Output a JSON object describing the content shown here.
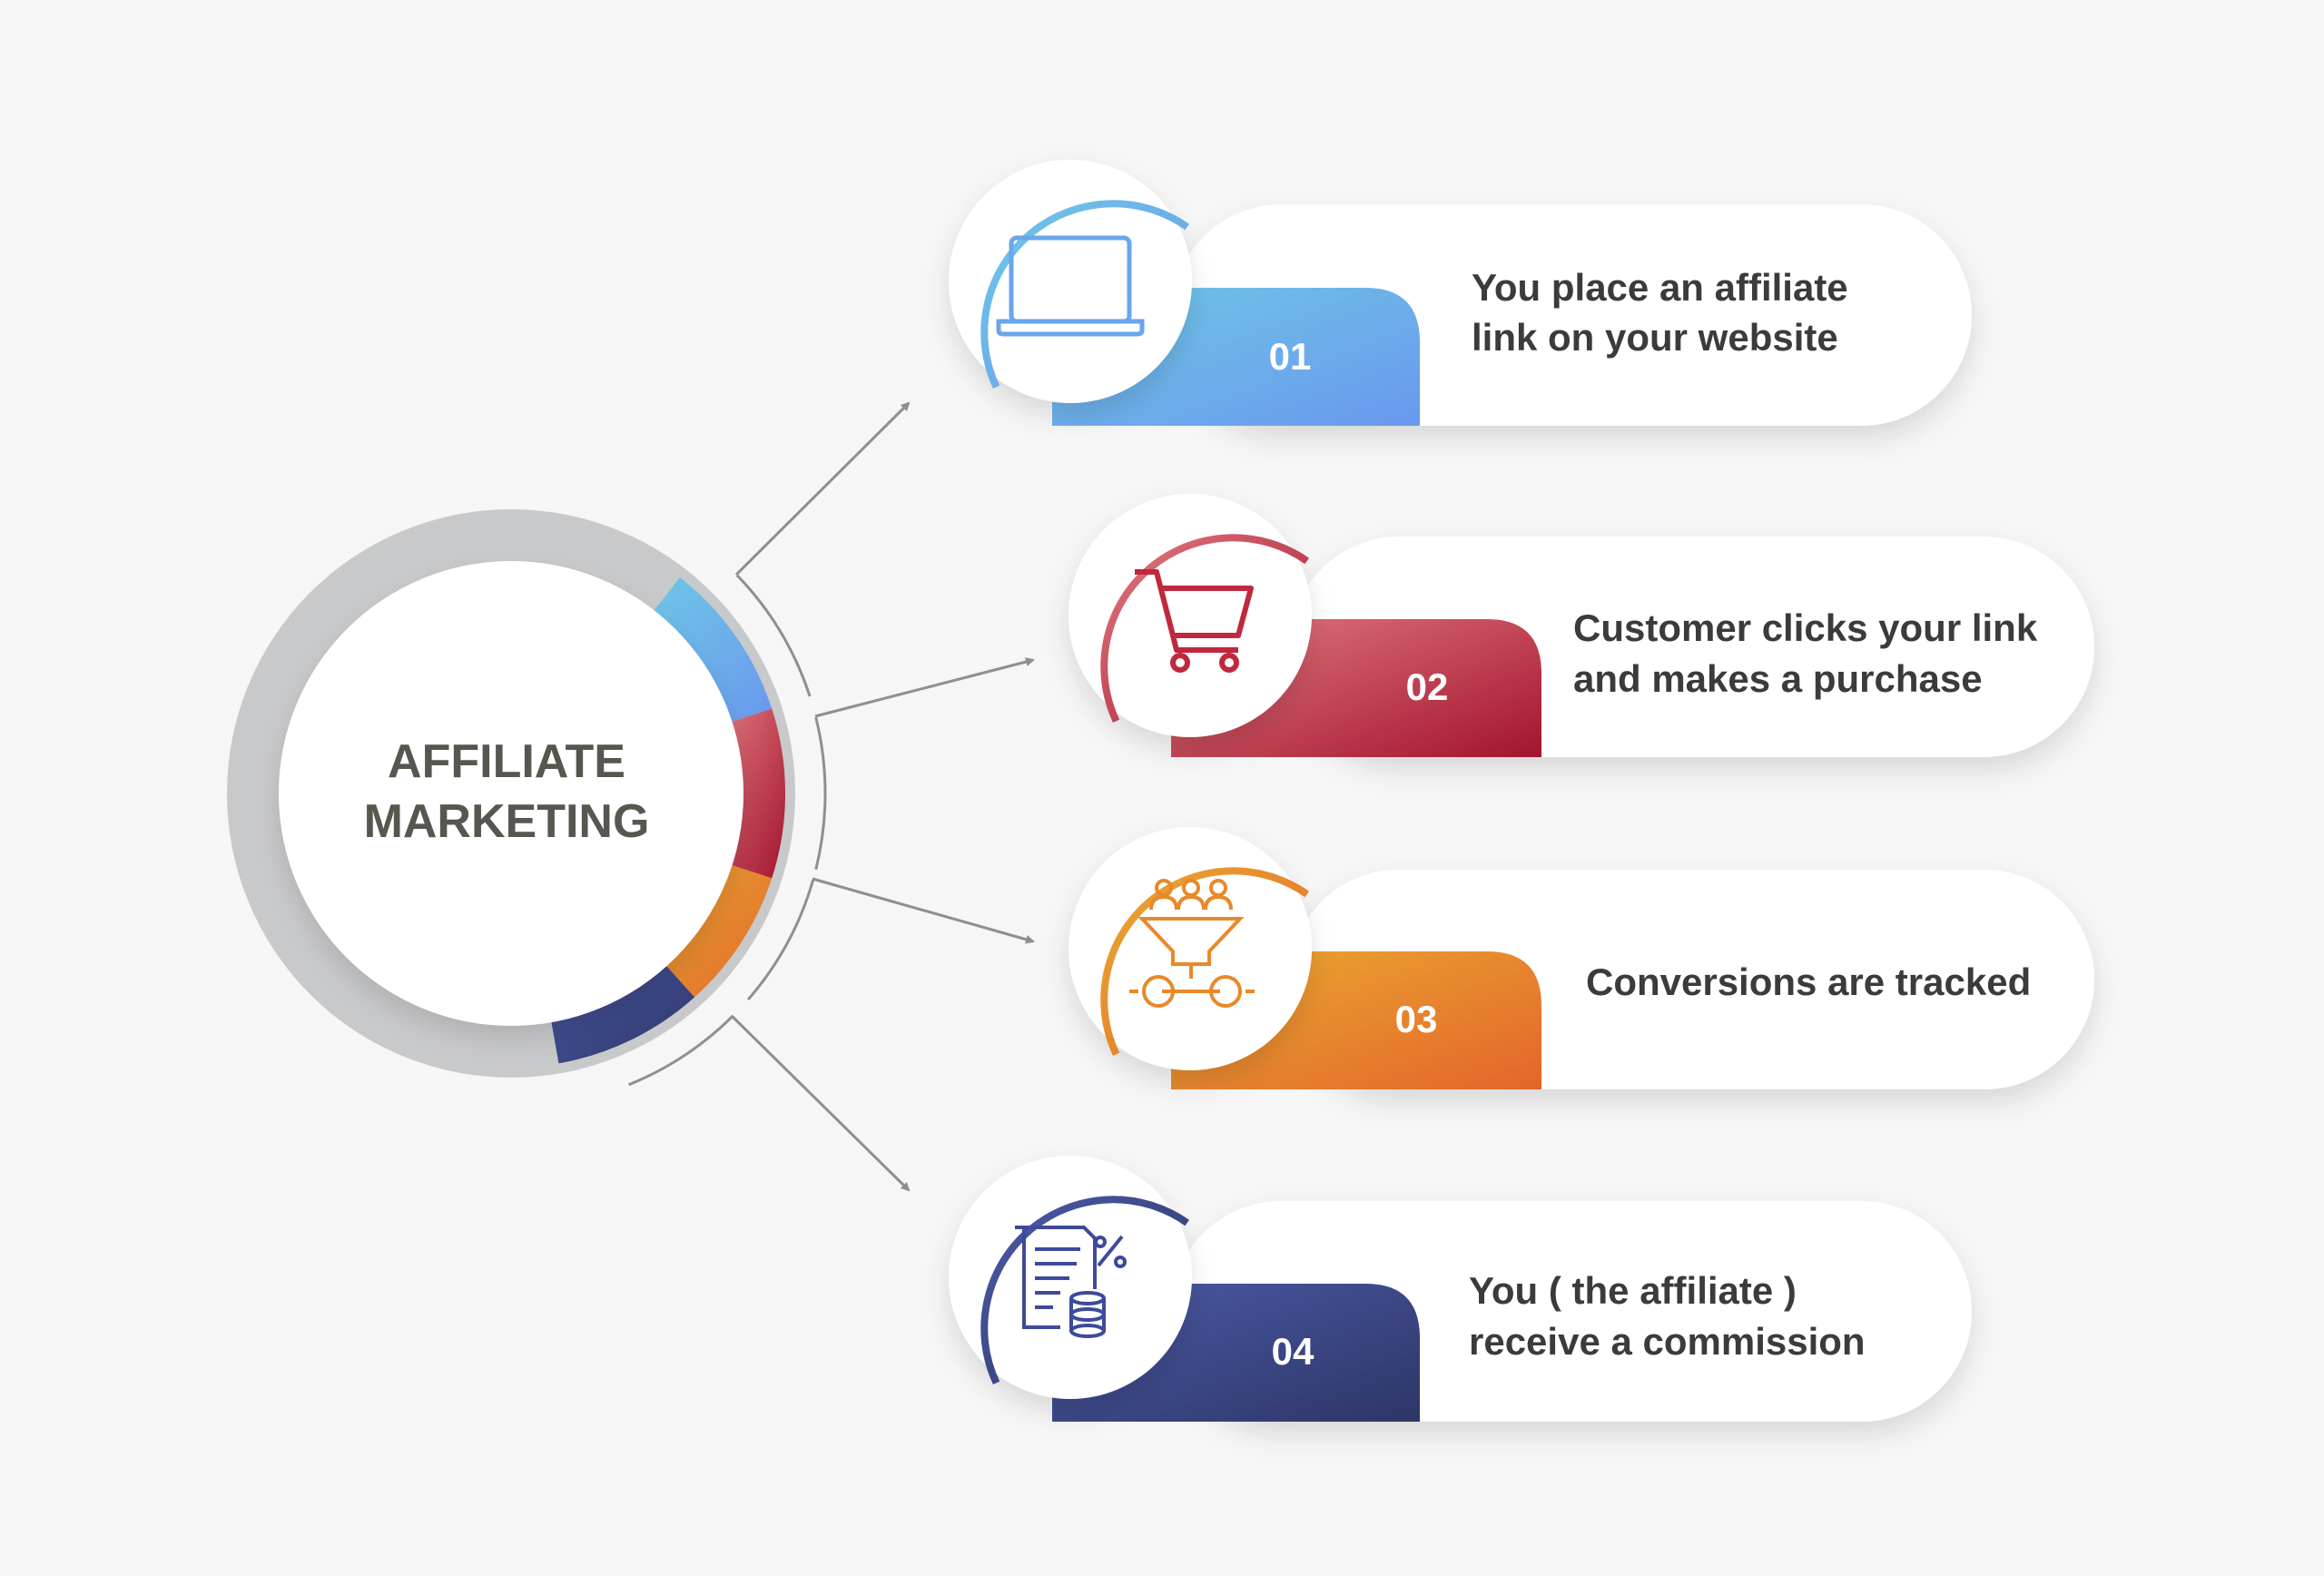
{
  "center": {
    "line1": "AFFILIATE",
    "line2": "MARKETING"
  },
  "steps": [
    {
      "number": "01",
      "lines": [
        "You place an affiliate",
        "link on your website"
      ],
      "icon": "laptop-icon",
      "colors": [
        "#6ec8e6",
        "#6a98ee"
      ]
    },
    {
      "number": "02",
      "lines": [
        "Customer clicks your link",
        "and makes a purchase"
      ],
      "icon": "shopping-cart-icon",
      "colors": [
        "#e27a80",
        "#a3142e"
      ]
    },
    {
      "number": "03",
      "lines": [
        "Conversions are tracked"
      ],
      "icon": "conversion-funnel-icon",
      "colors": [
        "#eaaa32",
        "#e3652a"
      ]
    },
    {
      "number": "04",
      "lines": [
        "You ( the affiliate )",
        "receive a commission"
      ],
      "icon": "commission-invoice-icon",
      "colors": [
        "#4b5ba8",
        "#2d3566"
      ]
    }
  ],
  "colors": {
    "background": "#f6f6f6",
    "ring": "#c8c9cb",
    "connector": "#8f8f8f",
    "text": "#3b3b3b"
  }
}
